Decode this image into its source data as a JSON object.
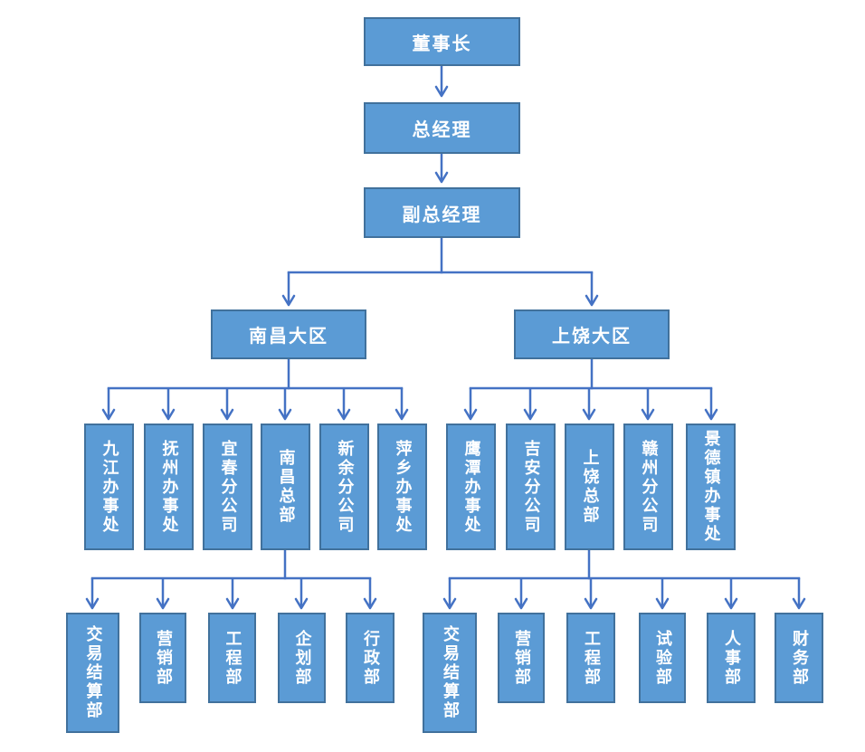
{
  "colors": {
    "node_fill": "#5b9bd5",
    "node_border": "#41719c",
    "node_text": "#ffffff",
    "connector": "#4472c4",
    "background": "#ffffff"
  },
  "org_chart": {
    "top_chain": [
      "董事长",
      "总经理",
      "副总经理"
    ],
    "regions": [
      {
        "label": "南昌大区",
        "branches": [
          "九江办事处",
          "抚州办事处",
          "宜春分公司",
          "南昌总部",
          "新余分公司",
          "萍乡办事处"
        ],
        "departments": [
          "交易结算部",
          "营销部",
          "工程部",
          "企划部",
          "行政部"
        ]
      },
      {
        "label": "上饶大区",
        "branches": [
          "鹰潭办事处",
          "吉安分公司",
          "上饶总部",
          "赣州分公司",
          "景德镇办事处"
        ],
        "departments": [
          "交易结算部",
          "营销部",
          "工程部",
          "试验部",
          "人事部",
          "财务部"
        ]
      }
    ]
  }
}
